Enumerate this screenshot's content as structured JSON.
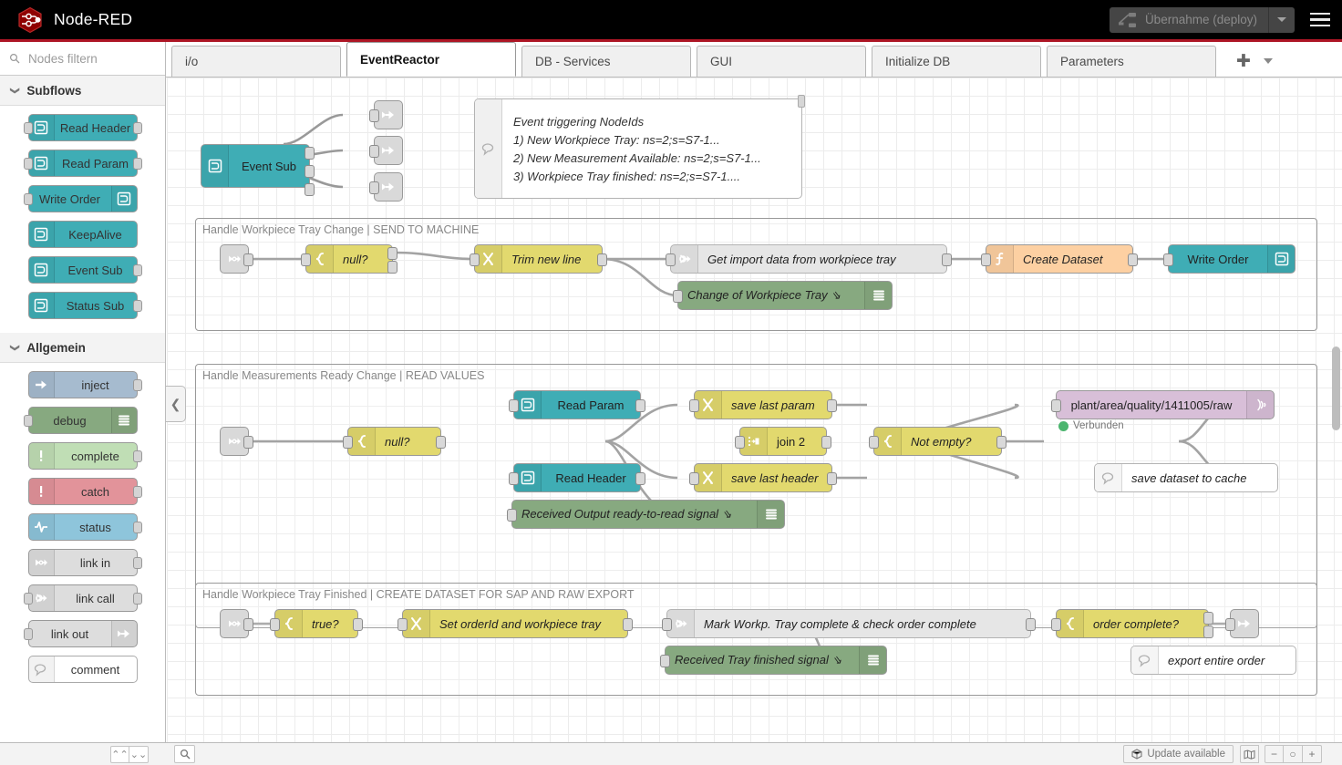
{
  "header": {
    "brand_title": "Node-RED",
    "logo_icon": "node-red-hex-logo",
    "deploy_label": "Übernahme (deploy)",
    "deploy_icon": "deploy-icon",
    "deploy_caret_icon": "chevron-down-icon",
    "menu_icon": "hamburger-menu-icon"
  },
  "palette": {
    "search_placeholder": "Nodes filtern",
    "search_value": "",
    "search_icon": "search-icon",
    "categories": [
      {
        "name": "Subflows",
        "chevron_icon": "chevron-down-icon",
        "nodes": [
          {
            "label": "Read Header",
            "icon": "subflow-icon",
            "color": "#3FADB5",
            "icon_side": "left",
            "in": true,
            "out": true
          },
          {
            "label": "Read Param",
            "icon": "subflow-icon",
            "color": "#3FADB5",
            "icon_side": "left",
            "in": true,
            "out": true
          },
          {
            "label": "Write Order",
            "icon": "subflow-icon",
            "color": "#3FADB5",
            "icon_side": "right",
            "in": true,
            "out": false
          },
          {
            "label": "KeepAlive",
            "icon": "subflow-icon",
            "color": "#3FADB5",
            "icon_side": "left",
            "in": false,
            "out": false
          },
          {
            "label": "Event Sub",
            "icon": "subflow-icon",
            "color": "#3FADB5",
            "icon_side": "left",
            "in": false,
            "out": true
          },
          {
            "label": "Status Sub",
            "icon": "subflow-icon",
            "color": "#3FADB5",
            "icon_side": "left",
            "in": false,
            "out": true
          }
        ]
      },
      {
        "name": "Allgemein",
        "chevron_icon": "chevron-down-icon",
        "nodes": [
          {
            "label": "inject",
            "icon": "inject-arrow-icon",
            "color": "#A6BBCF",
            "icon_side": "left",
            "in": false,
            "out": true
          },
          {
            "label": "debug",
            "icon": "debug-lines-icon",
            "color": "#87A980",
            "icon_side": "right",
            "in": true,
            "out": false
          },
          {
            "label": "complete",
            "icon": "exclamation-icon",
            "color": "#C0DEB5",
            "icon_side": "left",
            "in": false,
            "out": true
          },
          {
            "label": "catch",
            "icon": "exclamation-icon",
            "color": "#E2939A",
            "icon_side": "left",
            "in": false,
            "out": true
          },
          {
            "label": "status",
            "icon": "pulse-icon",
            "color": "#8EC5DB",
            "icon_side": "left",
            "in": false,
            "out": true
          },
          {
            "label": "link in",
            "icon": "link-in-icon",
            "color": "#DDDDDD",
            "icon_side": "left",
            "in": false,
            "out": true
          },
          {
            "label": "link call",
            "icon": "link-call-icon",
            "color": "#DDDDDD",
            "icon_side": "left",
            "in": true,
            "out": true
          },
          {
            "label": "link out",
            "icon": "link-out-icon",
            "color": "#DDDDDD",
            "icon_side": "right",
            "in": true,
            "out": false
          },
          {
            "label": "comment",
            "icon": "comment-bubble-icon",
            "color": "#FFFFFF",
            "icon_side": "left",
            "in": false,
            "out": false
          }
        ]
      }
    ]
  },
  "tabs": {
    "items": [
      {
        "label": "i/o",
        "active": false
      },
      {
        "label": "EventReactor",
        "active": true
      },
      {
        "label": "DB - Services",
        "active": false
      },
      {
        "label": "GUI",
        "active": false
      },
      {
        "label": "Initialize DB",
        "active": false
      },
      {
        "label": "Parameters",
        "active": false
      }
    ],
    "add_icon": "plus-icon",
    "more_icon": "chevron-down-icon"
  },
  "canvas": {
    "collapse_icon": "chevron-left-icon",
    "comment_node": {
      "icon": "comment-bubble-icon",
      "lines": [
        "Event triggering NodeIds",
        "1) New Workpiece Tray: ns=2;s=S7-1...",
        "2) New Measurement Available: ns=2;s=S7-1...",
        "3) Workpiece Tray finished: ns=2;s=S7-1...."
      ]
    },
    "event_sub": {
      "label": "Event Sub",
      "icon": "subflow-icon",
      "color": "#3FADB5"
    },
    "link_outs_top": [
      {
        "icon": "link-out-icon"
      },
      {
        "icon": "link-out-icon"
      },
      {
        "icon": "link-out-icon"
      }
    ],
    "groups": [
      {
        "label": "Handle Workpiece Tray Change | SEND TO MACHINE",
        "nodes": [
          {
            "label": "",
            "icon": "link-in-icon",
            "color": "#D9D9D9",
            "type": "link-in"
          },
          {
            "label": "null?",
            "icon": "switch-icon",
            "color": "#E2D96E",
            "type": "switch"
          },
          {
            "label": "Trim new line",
            "icon": "change-icon",
            "color": "#E2D96E",
            "type": "change"
          },
          {
            "label": "Get import data from workpiece tray",
            "icon": "link-call-icon",
            "color": "#E6E6E6",
            "type": "link-call"
          },
          {
            "label": "Create Dataset",
            "icon": "function-icon",
            "color": "#FDD0A2",
            "type": "function"
          },
          {
            "label": "Write Order",
            "icon": "subflow-icon",
            "color": "#3FADB5",
            "type": "subflow"
          },
          {
            "label": "Change of Workpiece Tray",
            "icon": "debug-lines-icon",
            "color": "#87A980",
            "type": "debug"
          }
        ]
      },
      {
        "label": "Handle Measurements Ready Change | READ VALUES",
        "nodes": [
          {
            "label": "",
            "icon": "link-in-icon",
            "color": "#D9D9D9",
            "type": "link-in"
          },
          {
            "label": "null?",
            "icon": "switch-icon",
            "color": "#E2D96E",
            "type": "switch"
          },
          {
            "label": "Read Param",
            "icon": "subflow-icon",
            "color": "#3FADB5",
            "type": "subflow"
          },
          {
            "label": "Read Header",
            "icon": "subflow-icon",
            "color": "#3FADB5",
            "type": "subflow"
          },
          {
            "label": "save last param",
            "icon": "change-icon",
            "color": "#E2D96E",
            "type": "change"
          },
          {
            "label": "save last header",
            "icon": "change-icon",
            "color": "#E2D96E",
            "type": "change"
          },
          {
            "label": "join 2",
            "icon": "join-icon",
            "color": "#E2D96E",
            "type": "join"
          },
          {
            "label": "Not empty?",
            "icon": "switch-icon",
            "color": "#E2D96E",
            "type": "switch"
          },
          {
            "label": "plant/area/quality/1411005/raw",
            "icon": "mqtt-icon",
            "color": "#D8BFD8",
            "type": "mqtt",
            "status": "Verbunden",
            "status_color": "#4BB56E"
          },
          {
            "label": "save dataset to cache",
            "icon": "comment-bubble-icon",
            "color": "#FFFFFF",
            "type": "comment"
          },
          {
            "label": "Received Output ready-to-read signal",
            "icon": "debug-lines-icon",
            "color": "#87A980",
            "type": "debug"
          }
        ]
      },
      {
        "label": "Handle Workpiece Tray Finished | CREATE DATASET FOR SAP AND RAW EXPORT",
        "nodes": [
          {
            "label": "",
            "icon": "link-in-icon",
            "color": "#D9D9D9",
            "type": "link-in"
          },
          {
            "label": "true?",
            "icon": "switch-icon",
            "color": "#E2D96E",
            "type": "switch"
          },
          {
            "label": "Set orderId and workpiece tray",
            "icon": "change-icon",
            "color": "#E2D96E",
            "type": "change"
          },
          {
            "label": "Mark Workp. Tray complete & check order complete",
            "icon": "link-call-icon",
            "color": "#E6E6E6",
            "type": "link-call"
          },
          {
            "label": "order complete?",
            "icon": "switch-icon",
            "color": "#E2D96E",
            "type": "switch"
          },
          {
            "label": "",
            "icon": "link-out-icon",
            "color": "#D9D9D9",
            "type": "link-out"
          },
          {
            "label": "Received Tray finished signal",
            "icon": "debug-lines-icon",
            "color": "#87A980",
            "type": "debug"
          },
          {
            "label": "export entire order",
            "icon": "comment-bubble-icon",
            "color": "#FFFFFF",
            "type": "comment"
          }
        ]
      }
    ]
  },
  "footer": {
    "collapse_all_icon": "chevrons-up-icon",
    "expand_all_icon": "chevrons-down-icon",
    "search_icon": "search-icon",
    "update_label": "Update available",
    "update_icon": "package-icon",
    "navigator_icon": "map-icon",
    "zoom_out_label": "−",
    "zoom_reset_label": "○",
    "zoom_in_label": "+"
  },
  "colors": {
    "brand_red": "#ad1625",
    "header_bg": "#000000",
    "subflow_teal": "#3FADB5",
    "yellow": "#E2D96E",
    "debug_green": "#87A980",
    "function_orange": "#FDD0A2",
    "mqtt_purple": "#D8BFD8",
    "link_grey": "#D9D9D9"
  }
}
